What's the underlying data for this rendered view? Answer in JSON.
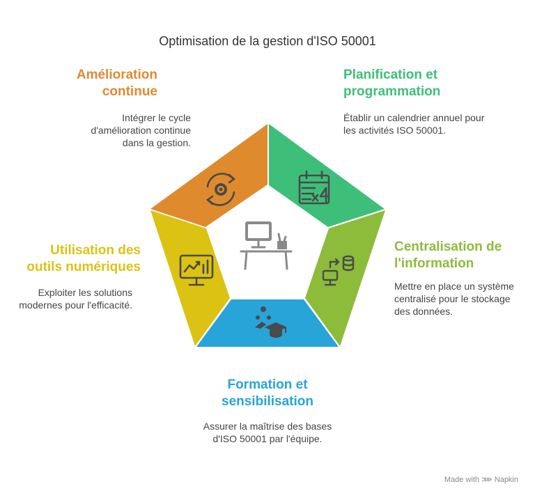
{
  "title": "Optimisation de la gestion d'ISO 50001",
  "sections": {
    "amelioration": {
      "heading": "Amélioration continue",
      "description": "Intégrer le cycle d'amélioration continue dans la gestion.",
      "color": "#e08a2e",
      "icon": "cycle-gear-icon"
    },
    "planification": {
      "heading": "Planification et programmation",
      "description": "Établir un calendrier annuel pour les activités ISO 50001.",
      "color": "#3dbf7a",
      "icon": "calendar-icon"
    },
    "centralisation": {
      "heading": "Centralisation de l'information",
      "description": "Mettre en place un système centralisé pour le stockage des données.",
      "color": "#8cbc3a",
      "icon": "database-transfer-icon"
    },
    "formation": {
      "heading": "Formation et sensibilisation",
      "description": "Assurer la maîtrise des bases d'ISO 50001 par l'équipe.",
      "color": "#27a4d8",
      "icon": "graduation-cap-icon"
    },
    "utilisation": {
      "heading": "Utilisation des outils numériques",
      "description": "Exploiter les solutions modernes pour l'efficacité.",
      "color": "#dcc213",
      "icon": "monitor-chart-icon"
    }
  },
  "center_icon": "computer-desk-icon",
  "footer": "Made with ⋙ Napkin"
}
